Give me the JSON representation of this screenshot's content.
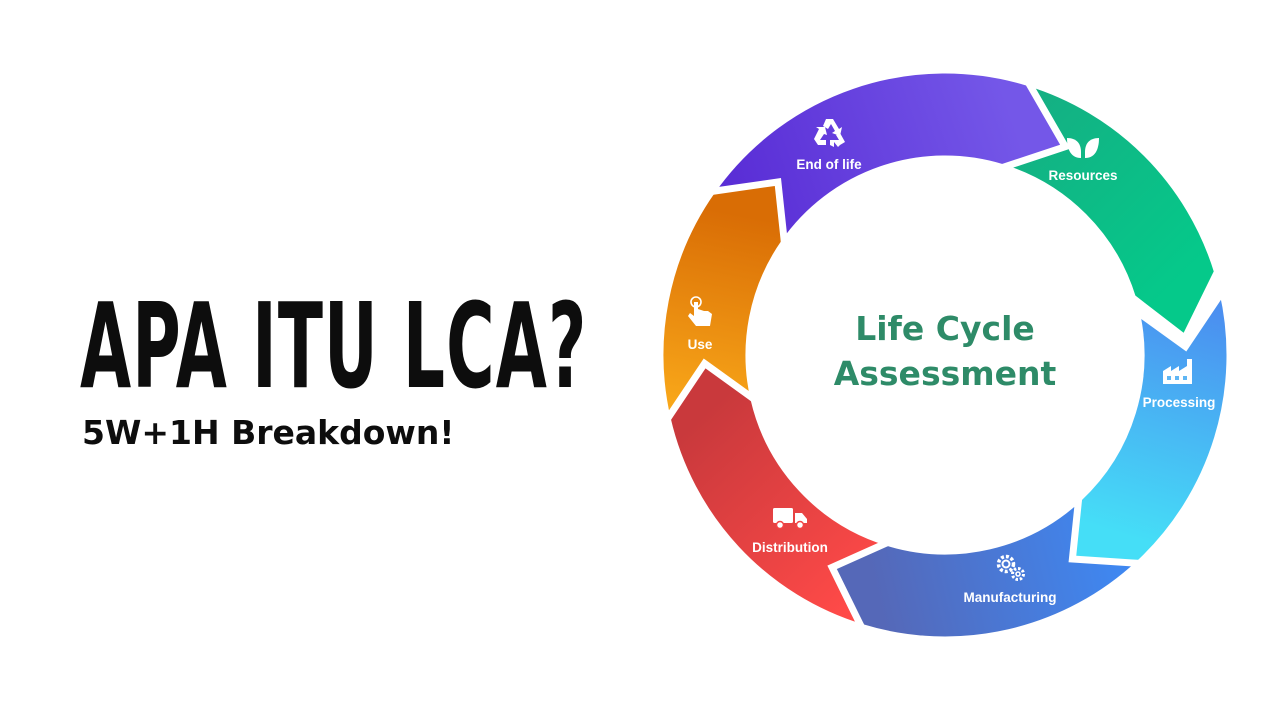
{
  "headline": {
    "title": "APA ITU LCA?",
    "subtitle": "5W+1H Breakdown!"
  },
  "diagram": {
    "center_line1": "Life Cycle",
    "center_line2": "Assessment",
    "center_color": "#2e8b68",
    "stages": [
      {
        "key": "resources",
        "label": "Resources",
        "icon": "leaf-icon",
        "color_start": "#14b083",
        "color_end": "#05c98a"
      },
      {
        "key": "processing",
        "label": "Processing",
        "icon": "factory-icon",
        "color_start": "#4b8ff0",
        "color_end": "#45def7"
      },
      {
        "key": "manufacturing",
        "label": "Manufacturing",
        "icon": "gears-icon",
        "color_start": "#3f87f0",
        "color_end": "#5568b8"
      },
      {
        "key": "distribution",
        "label": "Distribution",
        "icon": "truck-icon",
        "color_start": "#ff4a48",
        "color_end": "#c9393c"
      },
      {
        "key": "use",
        "label": "Use",
        "icon": "hand-tap-icon",
        "color_start": "#f8a619",
        "color_end": "#d96d05"
      },
      {
        "key": "end_of_life",
        "label": "End of life",
        "icon": "recycle-icon",
        "color_start": "#5a2ed6",
        "color_end": "#7457e8"
      }
    ]
  }
}
